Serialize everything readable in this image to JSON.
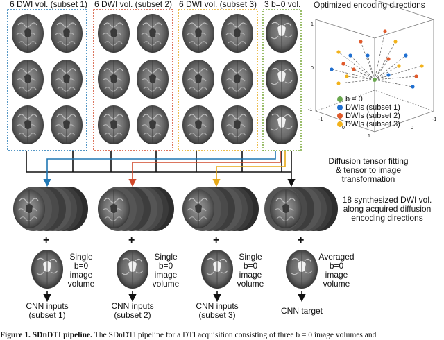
{
  "subsets": [
    {
      "label": "6 DWI vol. (subset 1)",
      "color": "#1f77b4",
      "input_label": "CNN inputs\n(subset 1)",
      "b0_label": "Single\nb=0\nimage\nvolume"
    },
    {
      "label": "6 DWI vol. (subset 2)",
      "color": "#d0482a",
      "input_label": "CNN inputs\n(subset 2)",
      "b0_label": "Single\nb=0\nimage\nvolume"
    },
    {
      "label": "6 DWI vol. (subset 3)",
      "color": "#e6a817",
      "input_label": "CNN inputs\n(subset 3)",
      "b0_label": "Single\nb=0\nimage\nvolume"
    }
  ],
  "b0_group": {
    "label": "3 b=0 vol.",
    "color": "#7aa83a",
    "target_label": "CNN target",
    "b0_label": "Averaged\nb=0\nimage\nvolume"
  },
  "directions_plot": {
    "title": "Optimized encoding directions",
    "legend": [
      {
        "label": "b = 0",
        "color": "#6aa84f"
      },
      {
        "label": "DWIs (subset 1)",
        "color": "#1f6fd1"
      },
      {
        "label": "DWIs (subset 2)",
        "color": "#e05a2b"
      },
      {
        "label": "DWIs (subset 3)",
        "color": "#f2b21b"
      }
    ],
    "ticks": {
      "z_top": "1",
      "z_mid": "0",
      "z_bottom": "-1",
      "x_left": "-1",
      "x_mid": "0",
      "x_right": "1",
      "y_mid": "0",
      "y_right": "-1"
    }
  },
  "fitting_label": "Diffusion tensor fitting\n& tensor to image\ntransformation",
  "synth_label": "18 synthesized DWI vol.\nalong acquired diffusion\nencoding directions",
  "plus_sign": "+",
  "caption": {
    "bold": "Figure 1. SDnDTI pipeline.",
    "text": " The SDnDTI pipeline for a DTI acquisition consisting of three b = 0 image volumes and"
  }
}
